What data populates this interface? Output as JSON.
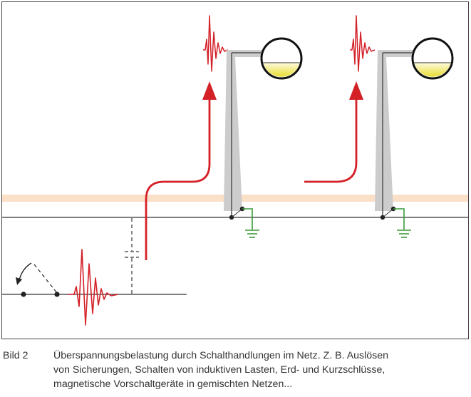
{
  "caption": {
    "label": "Bild 2",
    "lines": [
      "Überspannungsbelastung durch Schalthandlungen im Netz. Z. B. Auslösen",
      "von Sicherungen, Schalten von induktiven Lasten, Erd- und Kurzschlüsse,",
      "magnetische Vorschaltgeräte in gemischten Netzen..."
    ]
  },
  "colors": {
    "surge": "#d42027",
    "ground_wire": "#3a9a3a",
    "pole": "#cccccc",
    "lamp_fill": "#f2ea4f",
    "cable_band": "#fbe0c8",
    "line": "#333333"
  },
  "icons": {
    "switch_arrow": "curved-arrow-icon",
    "ground": "ground-symbol-icon",
    "lamp": "street-lamp-icon"
  }
}
